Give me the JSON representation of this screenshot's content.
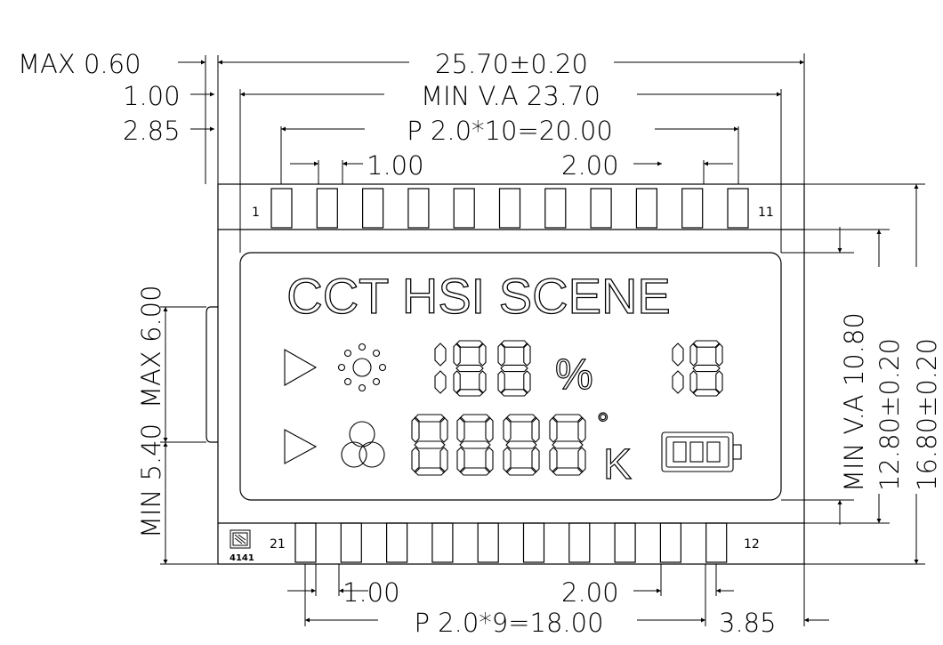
{
  "dimensions": {
    "max_060": "MAX  0.60",
    "d_100": "1.00",
    "d_285": "2.85",
    "overall_width": "25.70±0.20",
    "va_width": "MIN  V.A  23.70",
    "pitch_top": "P  2.0*10=20.00",
    "top_pin_width": "1.00",
    "top_pin_offset": "2.00",
    "bottom_pin_width": "1.00",
    "bottom_pin_offset": "2.00",
    "pitch_bottom": "P  2.0*9=18.00",
    "d_385": "3.85",
    "max_600": "MAX  6.00",
    "min_540": "MIN  5.40",
    "va_height": "MIN  V.A  10.80",
    "h_1280": "12.80±0.20",
    "h_1680": "16.80±0.20"
  },
  "pins": {
    "top_first": "1",
    "top_last": "11",
    "bottom_first": "21",
    "bottom_last": "12"
  },
  "display": {
    "mode_label": "CCT  HSI  SCENE",
    "percent": "%",
    "degree": "°",
    "kelvin": "K"
  },
  "logo": {
    "code": "4141"
  }
}
